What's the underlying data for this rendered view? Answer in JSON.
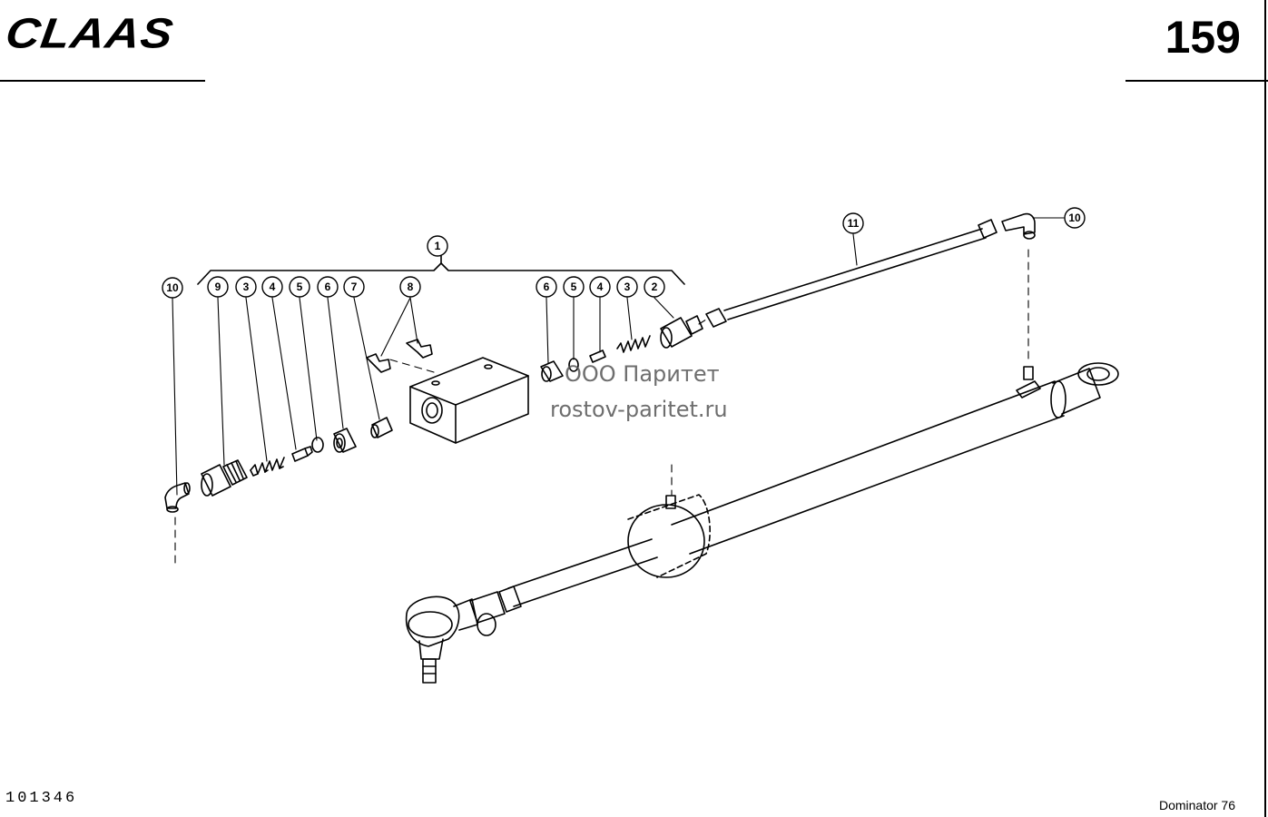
{
  "header": {
    "brand": "CLAAS",
    "page_number": "159"
  },
  "footer": {
    "doc_number": "101346",
    "model": "Dominator 76"
  },
  "watermark": {
    "line1": "ООО Паритет",
    "line2": "rostov-paritet.ru"
  },
  "callouts": {
    "c1": "1",
    "c2": "2",
    "c3a": "3",
    "c3b": "3",
    "c4a": "4",
    "c4b": "4",
    "c5a": "5",
    "c5b": "5",
    "c6a": "6",
    "c6b": "6",
    "c7": "7",
    "c8": "8",
    "c9": "9",
    "c10a": "10",
    "c10b": "10",
    "c11": "11"
  }
}
